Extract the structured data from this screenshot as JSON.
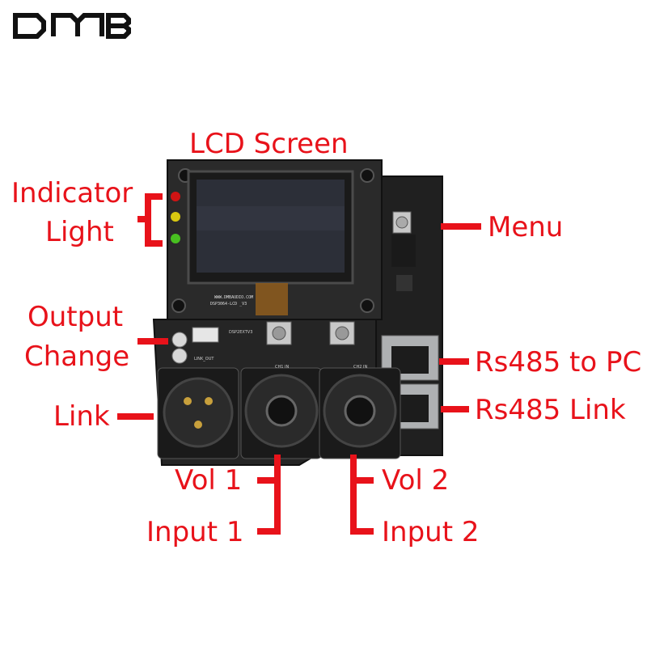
{
  "logo": {
    "text": "DMB"
  },
  "labels": {
    "lcd_screen": "LCD Screen",
    "indicator_line1": "Indicator",
    "indicator_line2": "Light",
    "menu": "Menu",
    "output_line1": "Output",
    "output_line2": "Change",
    "rs485_pc": "Rs485 to PC",
    "rs485_link": "Rs485 Link",
    "link": "Link",
    "vol1": "Vol 1",
    "vol2": "Vol 2",
    "input1": "Input 1",
    "input2": "Input 2"
  },
  "pcb_text": {
    "silk1": "WWW.DMBAUDIO.COM",
    "silk2": "DSP3064-LCD _V3",
    "silk3": "CH1 IN",
    "silk4": "CH2 IN",
    "silk5": "DSP2EXTV3",
    "silk6": "LINK_OUT"
  },
  "colors": {
    "accent": "#e8121a",
    "board": "#222222"
  }
}
